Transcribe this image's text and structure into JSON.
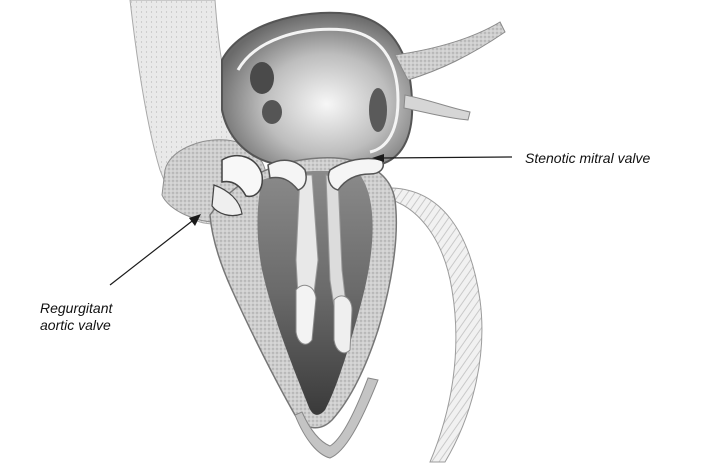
{
  "labels": {
    "mitral": "Stenotic mitral valve",
    "aortic_line1": "Regurgitant",
    "aortic_line2": "aortic valve"
  },
  "colors": {
    "ink": "#1a1a1a",
    "tissue_light": "#e6e6e6",
    "tissue_mid": "#b9b9b9",
    "tissue_dark": "#6d6d6d",
    "chamber_dark": "#3c3c3c",
    "background": "#ffffff"
  }
}
